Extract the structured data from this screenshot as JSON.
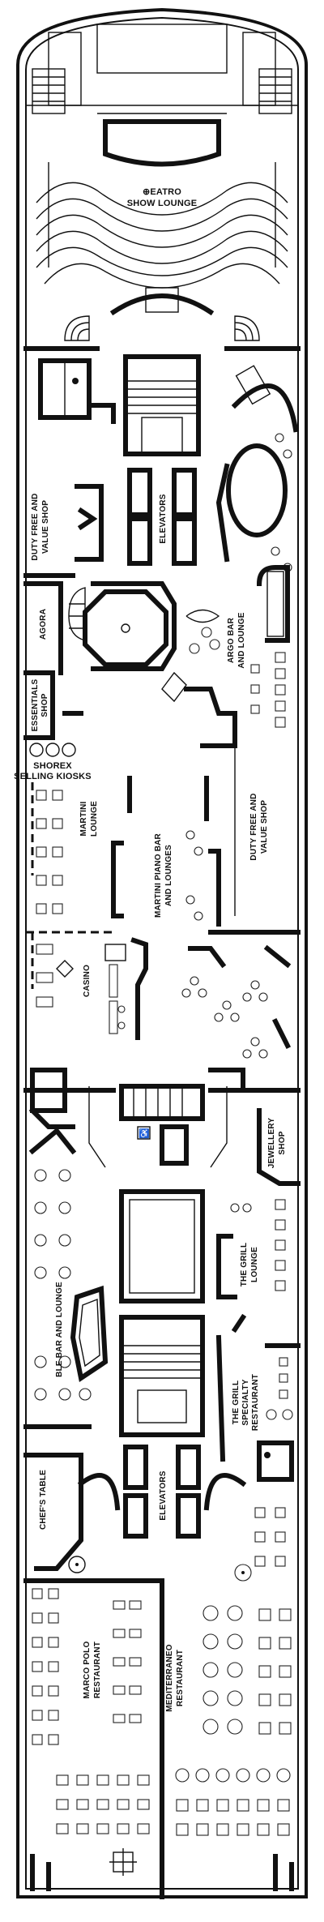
{
  "labels": {
    "theatro_1": "⊕EATRO",
    "theatro_2": "SHOW LOUNGE",
    "duty_free_top_1": "DUTY FREE AND",
    "duty_free_top_2": "VALUE SHOP",
    "elevators_top": "ELEVATORS",
    "agora": "AGORA",
    "argo_1": "ARGO BAR",
    "argo_2": "AND LOUNGE",
    "essentials_1": "ESSENTIALS",
    "essentials_2": "SHOP",
    "shorex_1": "SHOREX",
    "shorex_2": "SELLING KIOSKS",
    "martini_lounge_1": "MARTINI",
    "martini_lounge_2": "LOUNGE",
    "martini_piano_1": "MARTINI PIANO BAR",
    "martini_piano_2": "AND LOUNGES",
    "duty_free_mid_1": "DUTY FREE AND",
    "duty_free_mid_2": "VALUE SHOP",
    "casino": "CASINO",
    "jewellery_1": "JEWELLERY",
    "jewellery_2": "SHOP",
    "grill_lounge_1": "THE GRILL",
    "grill_lounge_2": "LOUNGE",
    "ble_bar": "BLE BAR AND LOUNGE",
    "grill_restaurant_1": "THE GRILL",
    "grill_restaurant_2": "SPECIALTY",
    "grill_restaurant_3": "RESTAURANT",
    "elevators_bottom": "ELEVATORS",
    "chefs_table": "CHEF'S TABLE",
    "marco_polo_1": "MARCO POLO",
    "marco_polo_2": "RESTAURANT",
    "mediterraneo_1": "MEDITERRANEO",
    "mediterraneo_2": "RESTAURANT"
  }
}
